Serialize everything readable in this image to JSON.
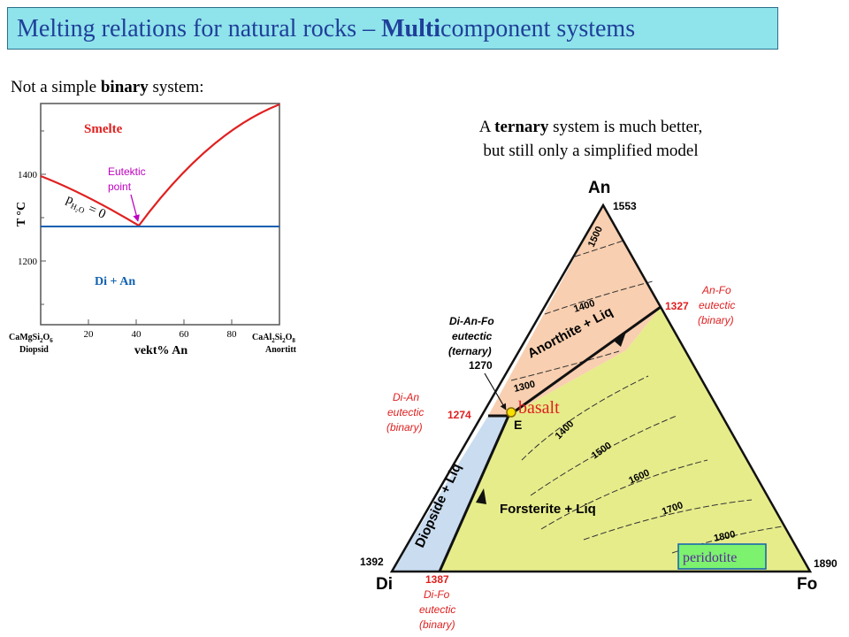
{
  "title": {
    "part1": "Melting relations for natural rocks  – ",
    "bold": "Multi",
    "part2": "component systems"
  },
  "subtitle": {
    "pre": "Not a simple ",
    "bold": "binary",
    "post": " system:"
  },
  "ternary_caption": {
    "line1_pre": "A ",
    "line1_bold": "ternary",
    "line1_post": " system is much better,",
    "line2": "but still only a simplified model"
  },
  "binary": {
    "y_axis_label": "T °C",
    "y_ticks": [
      "1400",
      "1200"
    ],
    "x_ticks": [
      "20",
      "40",
      "60",
      "80"
    ],
    "x_axis_label": "vekt% An",
    "left_end": {
      "formula": "CaMgSi",
      "sub1": "2",
      "mid": "O",
      "sub2": "6",
      "name": "Diopsid"
    },
    "right_end": {
      "formula": "CaAl",
      "sub1": "2",
      "mid": "Si",
      "sub2": "2",
      "o": "O",
      "sub3": "8",
      "name": "Anortitt"
    },
    "melt_label": "Smelte",
    "field_label": "Di + An",
    "eutectic_line1": "Eutektic",
    "eutectic_line2": "point",
    "pressure_label": "p",
    "pressure_sub": "H₂O",
    "pressure_eq": " = 0"
  },
  "ternary": {
    "apex_top": "An",
    "apex_left": "Di",
    "apex_right": "Fo",
    "temps": {
      "an": "1553",
      "an_fo": "1327",
      "fo": "1890",
      "di": "1392",
      "di_an": "1274",
      "di_fo": "1387",
      "e": "1270"
    },
    "isotherms": [
      "1500",
      "1400",
      "1300",
      "1400",
      "1500",
      "1600",
      "1700",
      "1800"
    ],
    "fields": {
      "anorthite": "Anorthite + Liq",
      "forsterite": "Forsterite + Liq",
      "diopside": "Diopside + Liq"
    },
    "eutectic_point": "E",
    "an_fo_eutectic": [
      "An-Fo",
      "eutectic",
      "(binary)"
    ],
    "di_an_eutectic": [
      "Di-An",
      "eutectic",
      "(binary)"
    ],
    "di_fo_eutectic": [
      "Di-Fo",
      "eutectic",
      "(binary)"
    ],
    "di_an_fo_eutectic": [
      "Di-An-Fo",
      "eutectic",
      "(ternary)"
    ],
    "basalt_label": "basalt",
    "peridotite_label": "peridotite"
  },
  "colors": {
    "title_bg": "#8fe3ea",
    "title_text": "#1f3f9a",
    "melt_red": "#e02020",
    "solidus_blue": "#1060b0",
    "eutectic_magenta": "#c000c0",
    "anorthite_field": "#f8cfb0",
    "forsterite_field": "#e6ec8a",
    "diopside_field": "#c9dcf0",
    "peridotite_bg": "#7cf26e",
    "basalt_marker": "#f5e000"
  }
}
